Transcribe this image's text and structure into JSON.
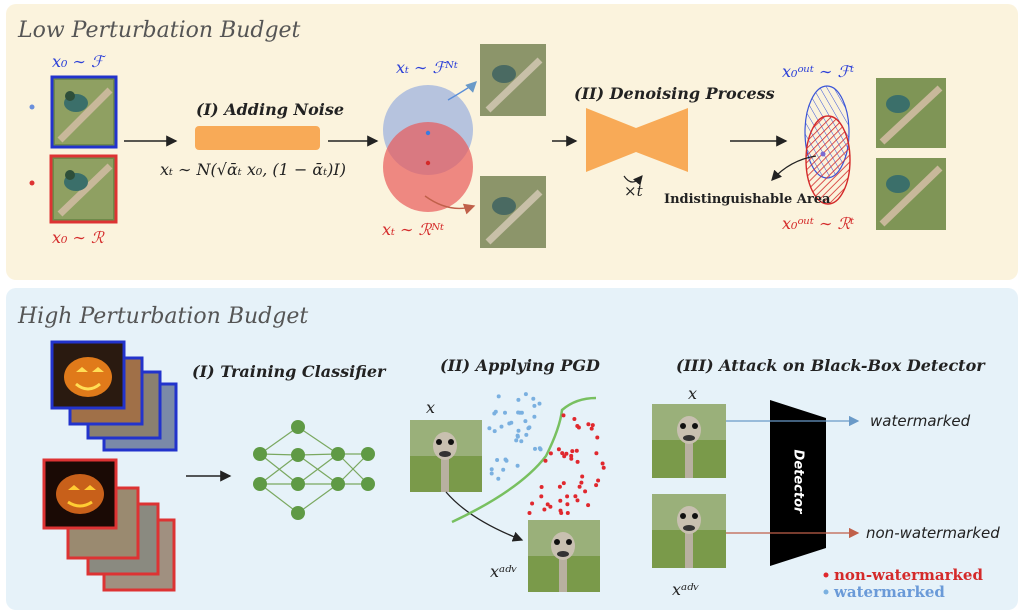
{
  "low": {
    "title": "Low Perturbation Budget",
    "x0_f": "x₀ ∼ ℱ",
    "x0_r": "x₀ ∼ ℛ",
    "step1": "(I) Adding Noise",
    "noise_formula": "xₜ ∼ N(√ᾱₜ x₀, (1 − ᾱₜ)I)",
    "xt_f": "xₜ ∼ ℱᴺᵗ",
    "xt_r": "xₜ ∼ ℛᴺᵗ",
    "step2": "(II) Denoising Process",
    "times_t": "×t",
    "indist": "Indistinguishable Area",
    "out_f": "x₀ᵒᵘᵗ ∼ ℱᵗ",
    "out_r": "x₀ᵒᵘᵗ ∼ ℛᵗ"
  },
  "high": {
    "title": "High Perturbation Budget",
    "step1": "(I) Training Classifier",
    "step2": "(II) Applying PGD",
    "step3": "(III) Attack on Black-Box Detector",
    "x": "x",
    "xadv": "xᵃᵈᵛ",
    "x3": "x",
    "xadv3": "xᵃᵈᵛ",
    "detector": "Detector",
    "out_wm": "watermarked",
    "out_nwm": "non-watermarked",
    "legend_nwm": "non-watermarked",
    "legend_wm": "watermarked"
  },
  "colors": {
    "blue": "#2b3fd8",
    "red": "#d42a2a",
    "orange": "#f8aa57",
    "green": "#5f9a45",
    "scatter_blue": "#7ab0e0",
    "scatter_red": "#e0282e"
  }
}
